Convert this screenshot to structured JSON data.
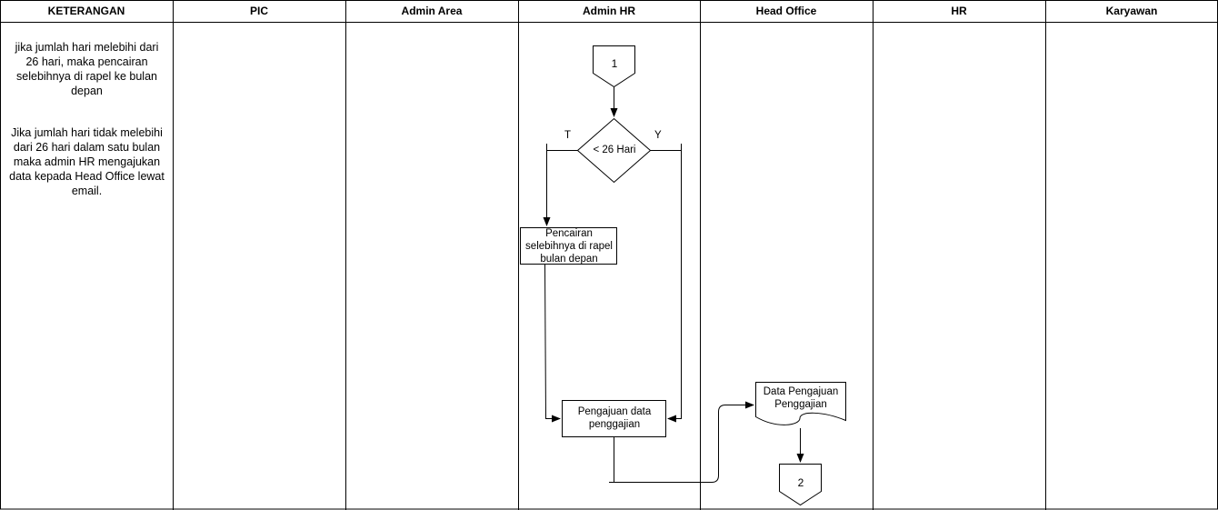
{
  "lanes": [
    {
      "id": "keterangan",
      "title": "KETERANGAN"
    },
    {
      "id": "pic",
      "title": "PIC"
    },
    {
      "id": "admin-area",
      "title": "Admin Area"
    },
    {
      "id": "admin-hr",
      "title": "Admin HR"
    },
    {
      "id": "head-office",
      "title": "Head Office"
    },
    {
      "id": "hr",
      "title": "HR"
    },
    {
      "id": "karyawan",
      "title": "Karyawan"
    }
  ],
  "notes": {
    "note_1": "jika jumlah hari melebihi dari 26 hari, maka pencairan selebihnya di rapel ke bulan depan",
    "note_2": "Jika jumlah hari tidak melebihi dari 26 hari dalam satu bulan maka admin HR mengajukan data kepada Head Office lewat email."
  },
  "nodes": {
    "connector_start": "1",
    "decision": "< 26 Hari",
    "process_rapel": "Pencairan selebihnya di rapel bulan depan",
    "process_pengajuan": "Pengajuan data penggajian",
    "document_data": "Data Pengajuan Penggajian",
    "connector_end": "2"
  },
  "edge_labels": {
    "no": "T",
    "yes": "Y"
  },
  "colors": {
    "stroke": "#000000",
    "background": "#ffffff"
  }
}
